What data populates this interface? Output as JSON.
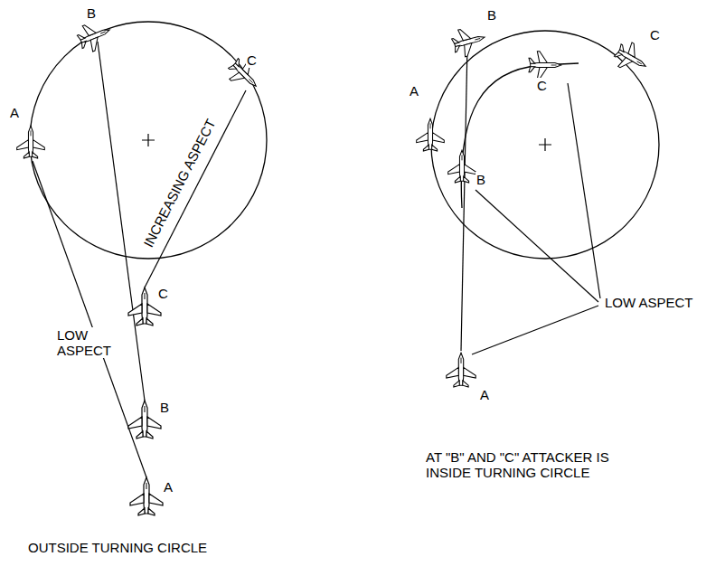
{
  "diagram": {
    "labels": [
      "A",
      "B",
      "C",
      "INCREASING ASPECT",
      "LOW ASPECT",
      "C",
      "B",
      "A",
      "OUTSIDE TURNING CIRCLE",
      "B",
      "A",
      "C",
      "C",
      "B",
      "LOW ASPECT",
      "A",
      "AT \"B\" AND \"C\" ATTACKER IS INSIDE TURNING CIRCLE"
    ]
  }
}
